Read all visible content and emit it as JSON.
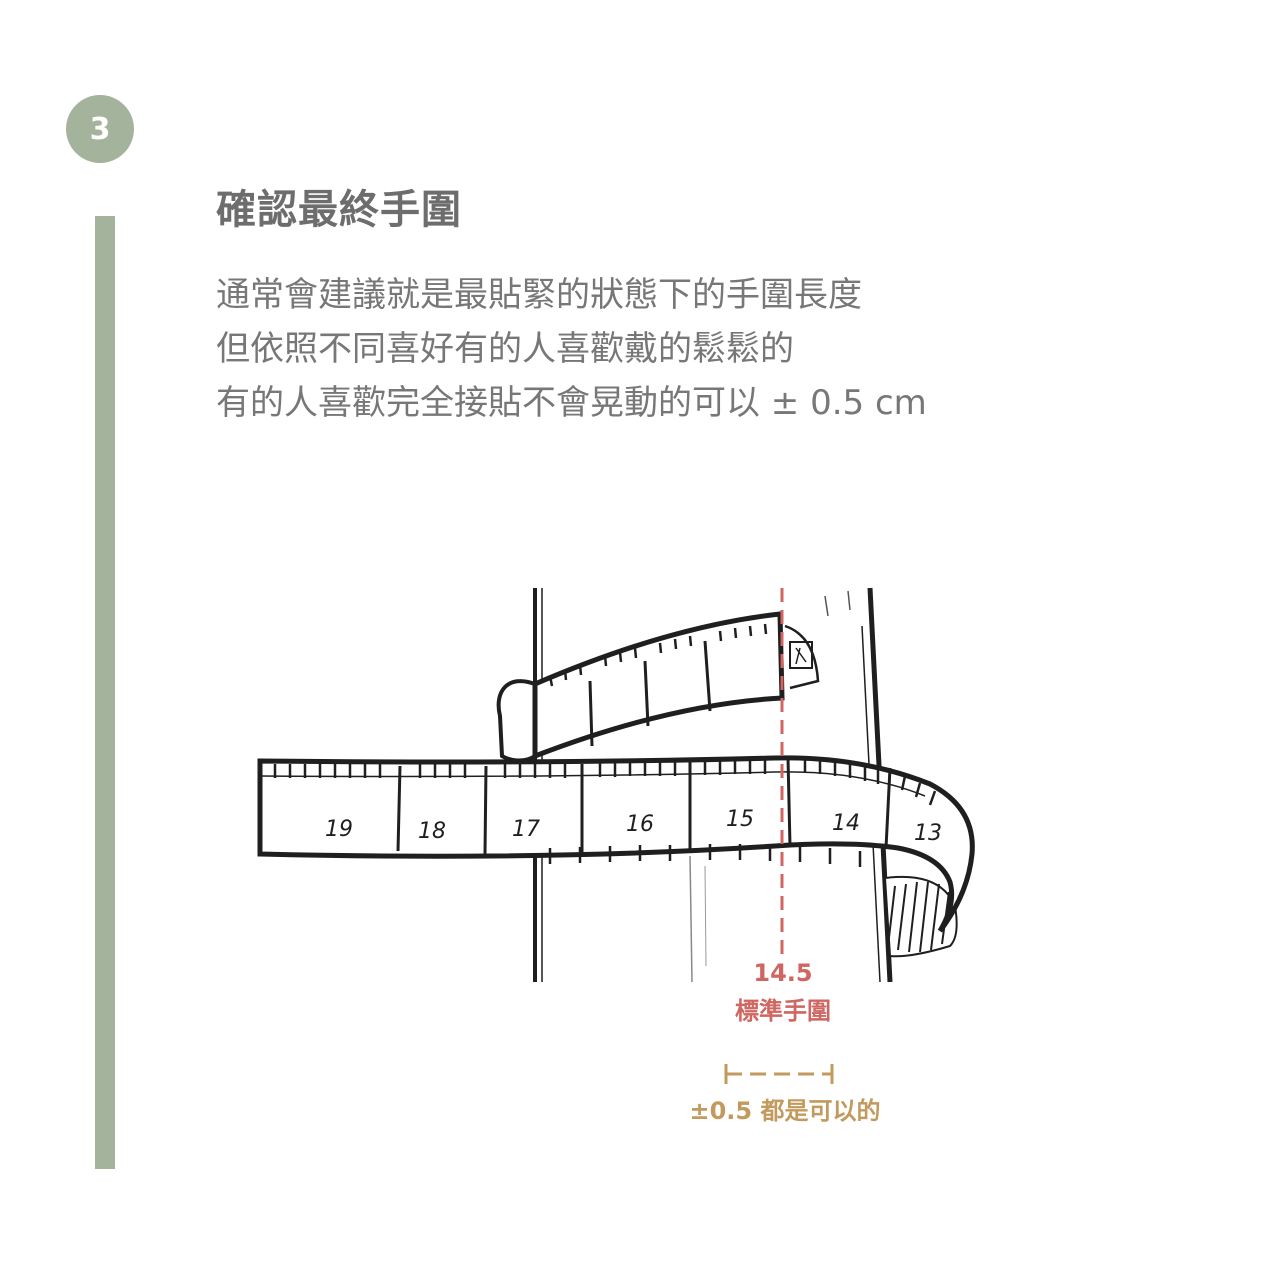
{
  "step": {
    "number": "3"
  },
  "title": "確認最終手圍",
  "body": {
    "lines": [
      "通常會建議就是最貼緊的狀態下的手圍長度",
      "但依照不同喜好有的人喜歡戴的鬆鬆的",
      "有的人喜歡完全接貼不會晃動的可以 ± 0.5 cm"
    ]
  },
  "illustration": {
    "tape_numbers": [
      "19",
      "18",
      "17",
      "16",
      "15",
      "14",
      "13"
    ]
  },
  "marker": {
    "value": "14.5",
    "label": "標準手圍",
    "tolerance_label": "±0.5 都是可以的"
  },
  "colors": {
    "accent_green": "#a3b39c",
    "title_gray": "#6d6d6d",
    "text_gray": "#777777",
    "marker_red": "#cf6661",
    "tolerance_gold": "#c39a5d"
  }
}
